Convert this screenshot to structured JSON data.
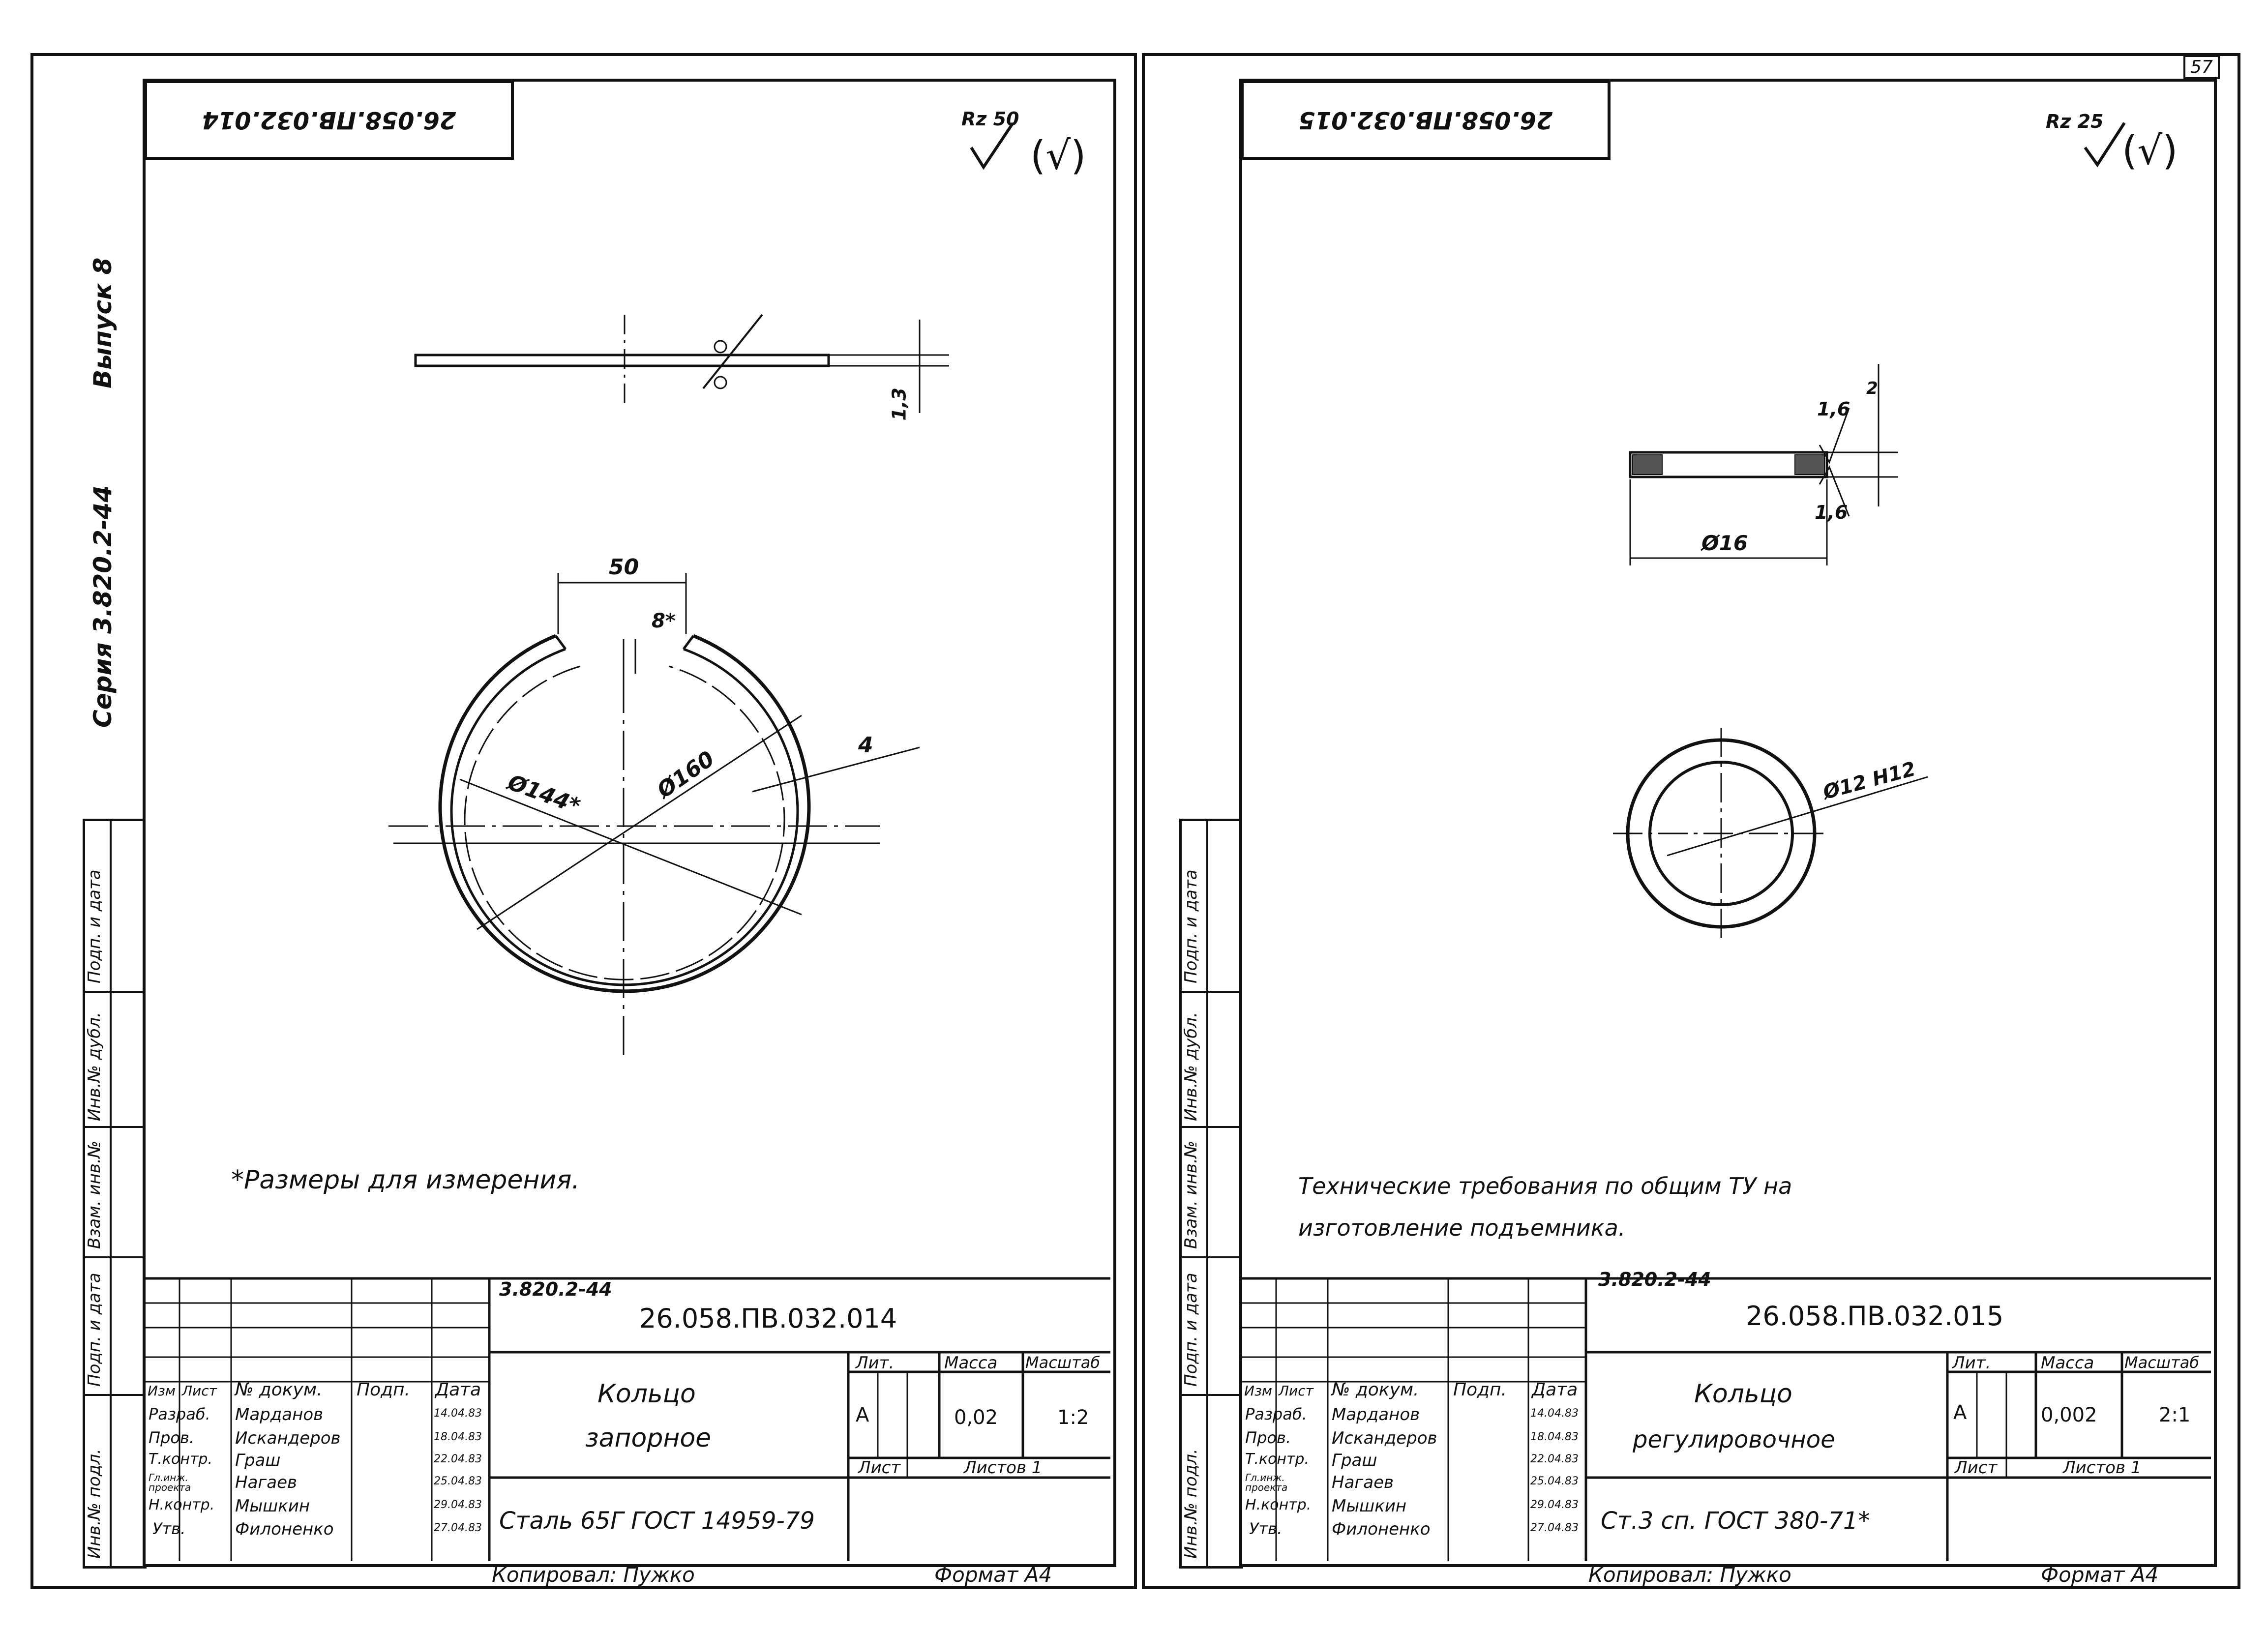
{
  "page_number": "57",
  "left_margin": {
    "series": "Серия 3.820.2-44",
    "issue": "Выпуск 8",
    "stamp_fields": [
      "Инв.№ подл.",
      "Подп. и дата",
      "Взам. инв.№",
      "Инв.№ дубл.",
      "Подп. и дата"
    ]
  },
  "sheets": [
    {
      "code_top": "26.058.ПВ.032.014",
      "roughness": "Rz 50",
      "roughness_check": "(√)",
      "dims": {
        "thickness": "1,3",
        "gap": "50",
        "slot": "8*",
        "d_inner": "Ø144*",
        "d_outer": "Ø160",
        "width": "4"
      },
      "note": "*Размеры для измерения.",
      "title_block": {
        "series": "3.820.2-44",
        "code": "26.058.ПВ.032.014",
        "name_line1": "Кольцо",
        "name_line2": "запорное",
        "material": "Сталь 65Г ГОСТ 14959-79",
        "lit": "А",
        "mass": "0,02",
        "scale": "1:2",
        "headers": {
          "izm": "Изм",
          "list": "Лист",
          "doc": "№ докум.",
          "sign": "Подп.",
          "date": "Дата",
          "lit": "Лит.",
          "mass": "Масса",
          "scale": "Масштаб",
          "sheet": "Лист",
          "sheets": "Листов 1"
        },
        "rows": [
          {
            "role": "Разраб.",
            "name": "Марданов",
            "date": "14.04.83"
          },
          {
            "role": "Пров.",
            "name": "Искандеров",
            "date": "18.04.83"
          },
          {
            "role": "Т.контр.",
            "name": "Граш",
            "date": "22.04.83"
          },
          {
            "role": "Гл.инж. проекта",
            "name": "Нагаев",
            "date": "25.04.83"
          },
          {
            "role": "Н.контр.",
            "name": "Мышкин",
            "date": "29.04.83"
          },
          {
            "role": "Утв.",
            "name": "Филоненко",
            "date": "27.04.83"
          }
        ]
      },
      "copied": "Копировал:   Пужко",
      "format": "Формат А4"
    },
    {
      "code_top": "26.058.ПВ.032.015",
      "roughness": "Rz 25",
      "roughness_check": "(√)",
      "dims": {
        "r1": "1,6",
        "r2": "1,6",
        "h": "2",
        "d_outer": "Ø16",
        "d_bore": "Ø12 H12"
      },
      "note_line1": "Технические требования по общим ТУ на",
      "note_line2": "изготовление подъемника.",
      "title_block": {
        "series": "3.820.2-44",
        "code": "26.058.ПВ.032.015",
        "name_line1": "Кольцо",
        "name_line2": "регулировочное",
        "material": "Ст.3 сп. ГОСТ 380-71*",
        "lit": "А",
        "mass": "0,002",
        "scale": "2:1",
        "headers": {
          "izm": "Изм",
          "list": "Лист",
          "doc": "№ докум.",
          "sign": "Подп.",
          "date": "Дата",
          "lit": "Лит.",
          "mass": "Масса",
          "scale": "Масштаб",
          "sheet": "Лист",
          "sheets": "Листов 1"
        },
        "rows": [
          {
            "role": "Разраб.",
            "name": "Марданов",
            "date": "14.04.83"
          },
          {
            "role": "Пров.",
            "name": "Искандеров",
            "date": "18.04.83"
          },
          {
            "role": "Т.контр.",
            "name": "Граш",
            "date": "22.04.83"
          },
          {
            "role": "Гл.инж. проекта",
            "name": "Нагаев",
            "date": "25.04.83"
          },
          {
            "role": "Н.контр.",
            "name": "Мышкин",
            "date": "29.04.83"
          },
          {
            "role": "Утв.",
            "name": "Филоненко",
            "date": "27.04.83"
          }
        ]
      },
      "copied": "Копировал:   Пужко",
      "format": "Формат А4"
    }
  ]
}
